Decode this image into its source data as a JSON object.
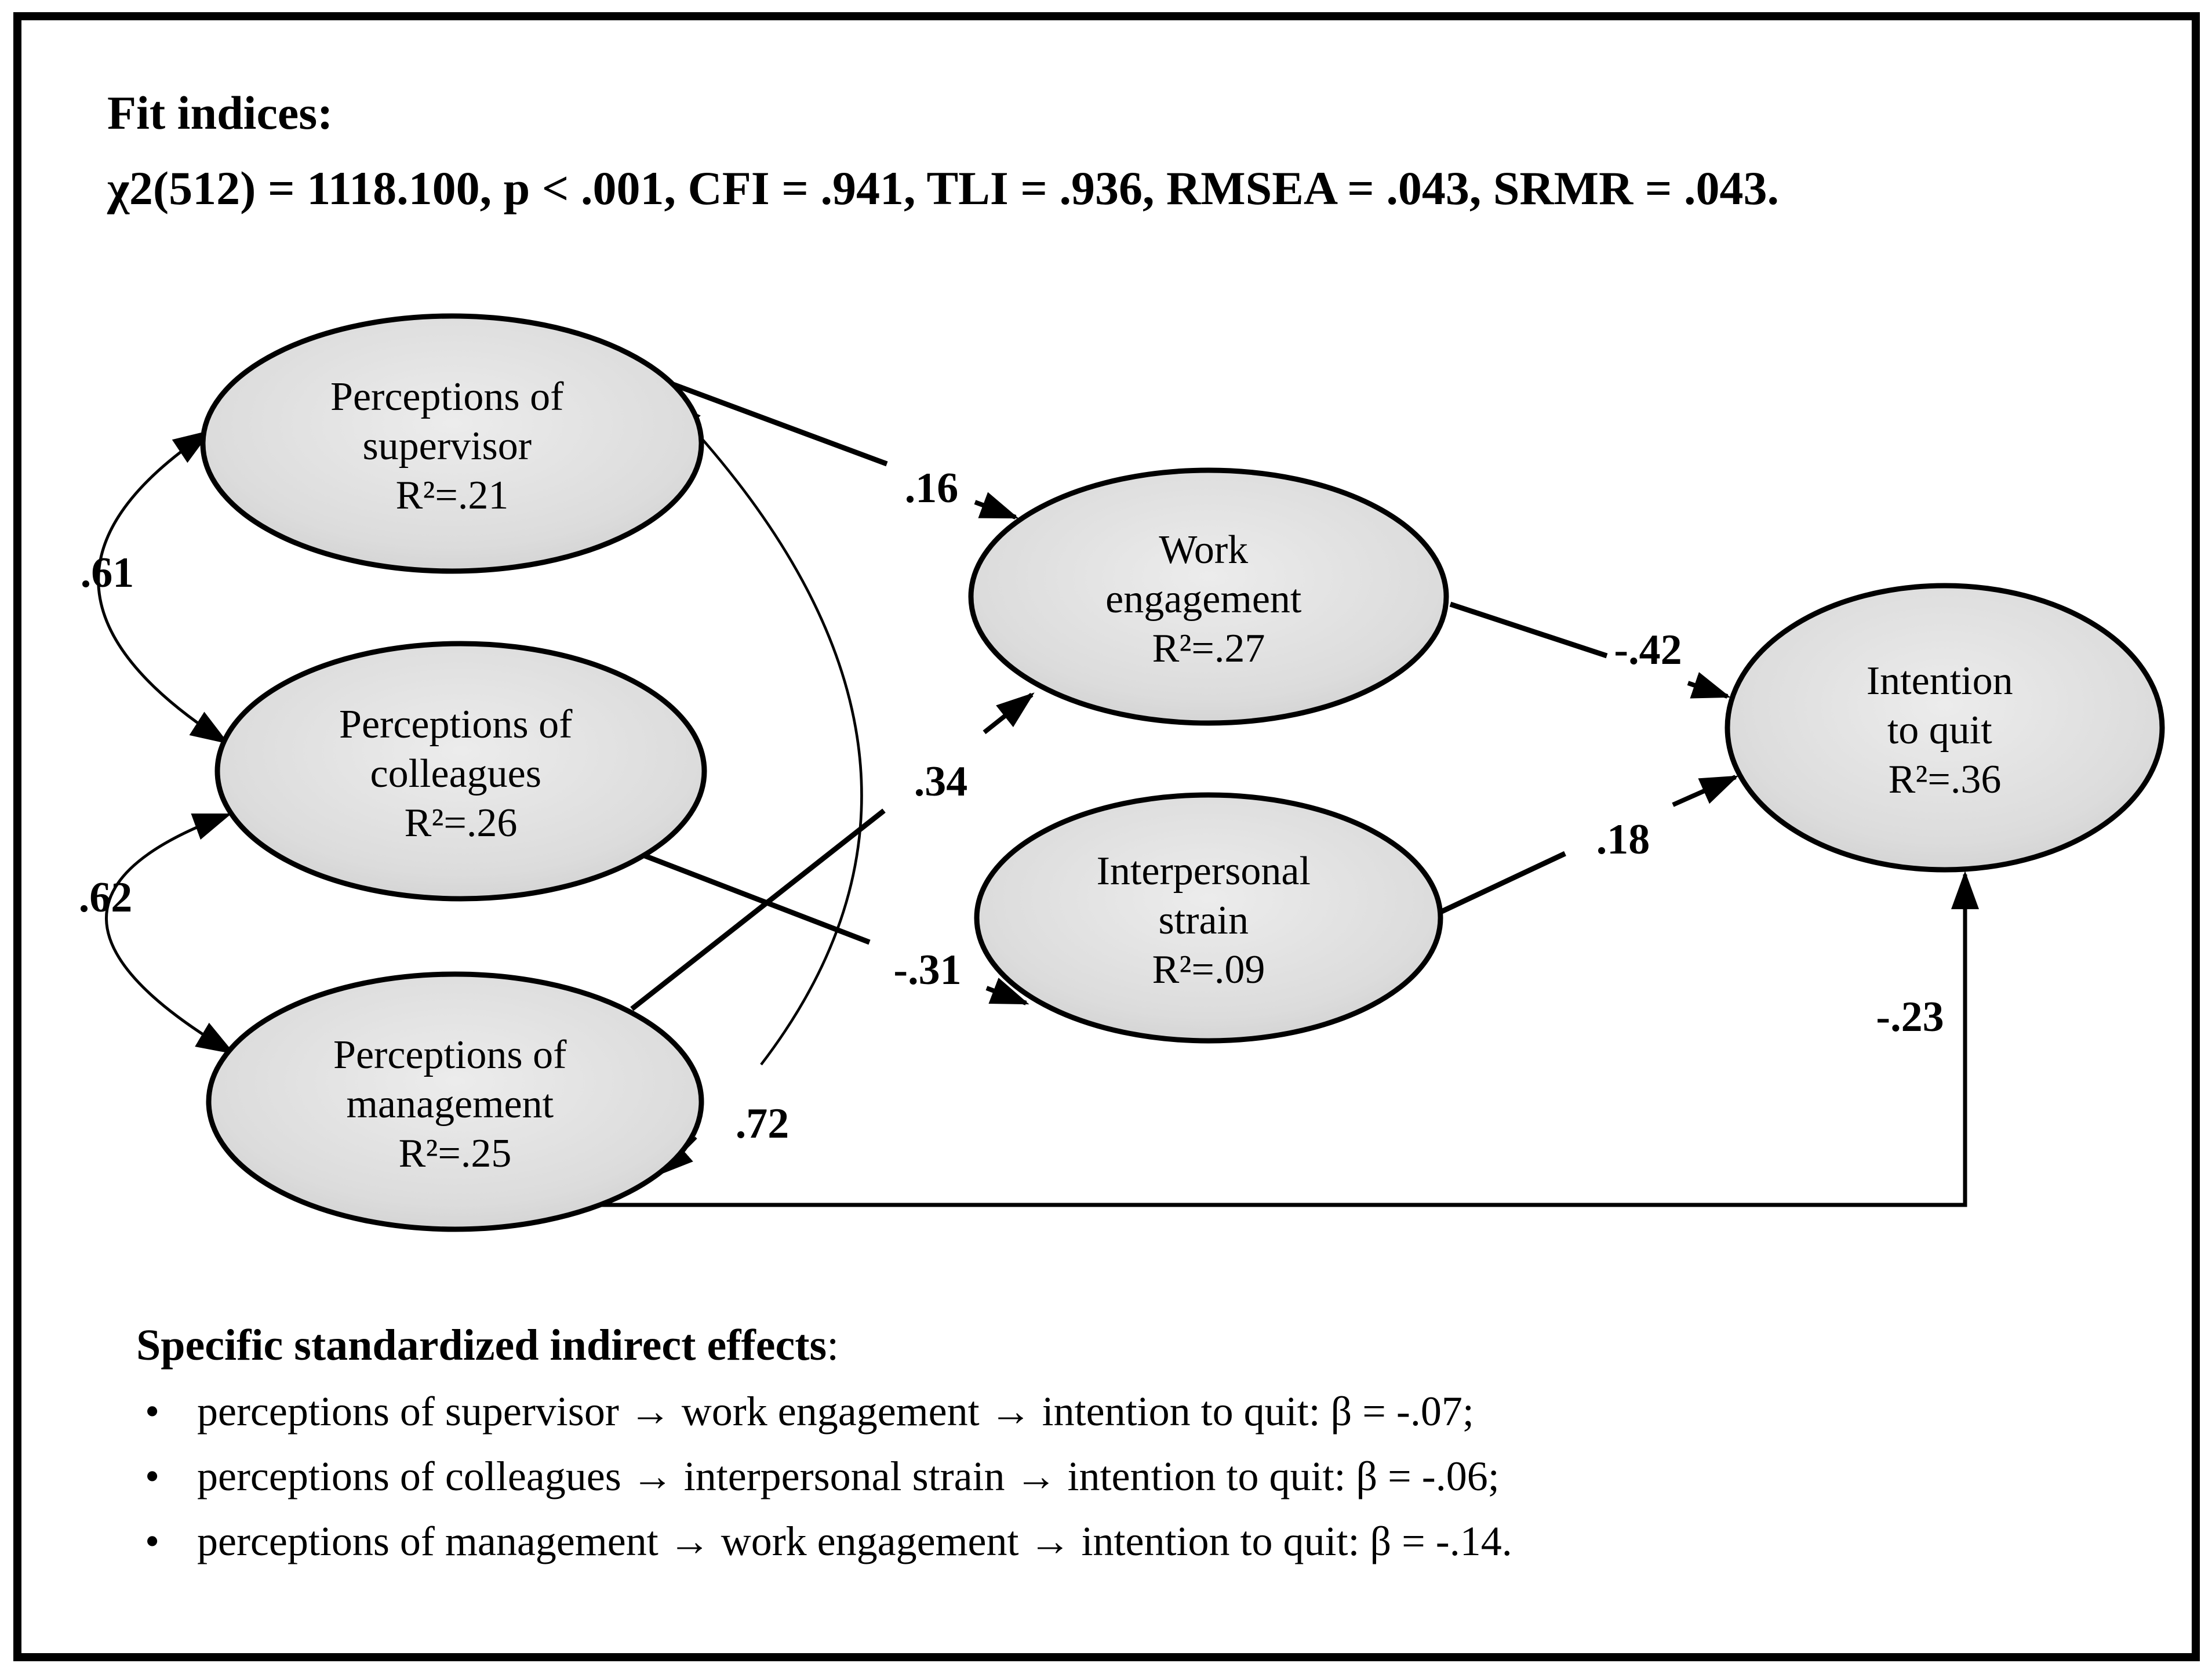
{
  "fit_indices": {
    "title": "Fit indices:",
    "line": "χ2(512) = 1118.100, p < .001, CFI = .941, TLI = .936, RMSEA = .043, SRMR = .043."
  },
  "nodes": {
    "supervisor": {
      "line1": "Perceptions of",
      "line2": "supervisor",
      "r2": "R²=.21"
    },
    "colleagues": {
      "line1": "Perceptions of",
      "line2": "colleagues",
      "r2": "R²=.26"
    },
    "management": {
      "line1": "Perceptions of",
      "line2": "management",
      "r2": "R²=.25"
    },
    "work_engagement": {
      "line1": "Work",
      "line2": "engagement",
      "r2": "R²=.27"
    },
    "interpersonal_strain": {
      "line1": "Interpersonal",
      "line2": "strain",
      "r2": "R²=.09"
    },
    "intention_to_quit": {
      "line1": "Intention",
      "line2": "to quit",
      "r2": "R²=.36"
    }
  },
  "coefficients": {
    "supervisor_colleagues": ".61",
    "colleagues_management": ".62",
    "supervisor_management": ".72",
    "supervisor_work_engagement": ".16",
    "management_work_engagement": ".34",
    "colleagues_interpersonal_strain": "-.31",
    "work_engagement_intention_to_quit": "-.42",
    "interpersonal_strain_intention_to_quit": ".18",
    "management_intention_to_quit": "-.23"
  },
  "indirect_effects": {
    "title": "Specific standardized indirect effects",
    "title_colon": ":",
    "bullet_glyph": "•",
    "bullets": [
      "perceptions of supervisor → work engagement → intention to quit: β = -.07;",
      "perceptions of colleagues → interpersonal strain → intention to quit: β = -.06;",
      "perceptions of management → work engagement → intention to quit: β = -.14."
    ]
  },
  "colors": {
    "node_fill_center": "#eaeaea",
    "node_fill_edge": "#c8c8c8",
    "stroke": "#000000",
    "background": "#ffffff"
  }
}
